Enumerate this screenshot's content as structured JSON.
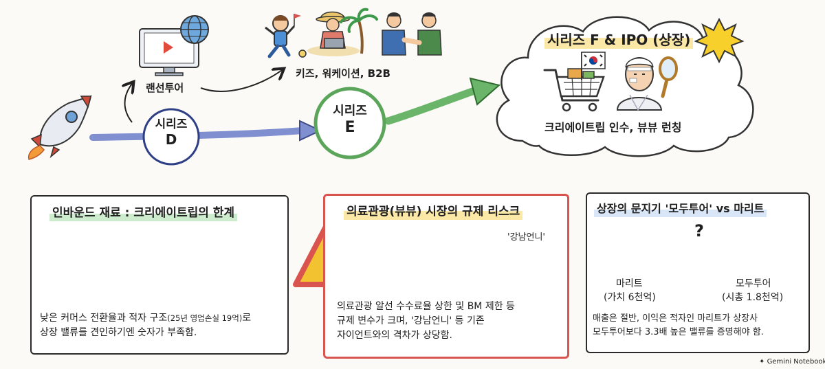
{
  "top": {
    "series_d": {
      "line1": "시리즈",
      "line2": "D"
    },
    "series_e": {
      "line1": "시리즈",
      "line2": "E"
    },
    "lancer_tour": "랜선투어",
    "expansion": "키즈, 워케이션, B2B",
    "cloud_title": "시리즈 F & IPO (상장)",
    "cloud_caption": "크리에이트립 인수, 뷰뷰 런칭"
  },
  "panels": {
    "inbound": {
      "title": "인바운드 재료 : 크리에이트립의 한계",
      "body_line1_main": "낮은 커머스 전환율과 적자 구조",
      "body_line1_small": "(25년 영업손실 19억)",
      "body_line1_end": "로",
      "body_line2": "상장 밸류를 견인하기엔 숫자가 부족함."
    },
    "medical": {
      "title": "의료관광(뷰뷰) 시장의 규제 리스크",
      "tag": "'강남언니'",
      "body_line1": "의료관광 알선 수수료율 상한 및 BM 제한 등",
      "body_line2": "규제 변수가 크며, '강남언니' 등 기존",
      "body_line3": "자이언트와의 격차가 상당함."
    },
    "gatekeeper": {
      "title": "상장의 문지기 '모두투어' vs 마리트",
      "question": "?",
      "left_name": "마리트",
      "left_value": "(가치 6천억)",
      "right_name": "모두투어",
      "right_value": "(시총 1.8천억)",
      "body_line1": "매출은 절반, 이익은 적자인 마리트가 상장사",
      "body_line2": "모두투어보다 3.3배 높은 밸류를 증명해야 함."
    }
  },
  "footer": {
    "brand": "Gemini Notebook"
  },
  "colors": {
    "green_arrow": "#6ab56a",
    "blue_arrow": "#7f8fd0",
    "warning_red": "#d9534f",
    "warning_yellow": "#f2c230",
    "money_green": "#5d8f3a"
  }
}
